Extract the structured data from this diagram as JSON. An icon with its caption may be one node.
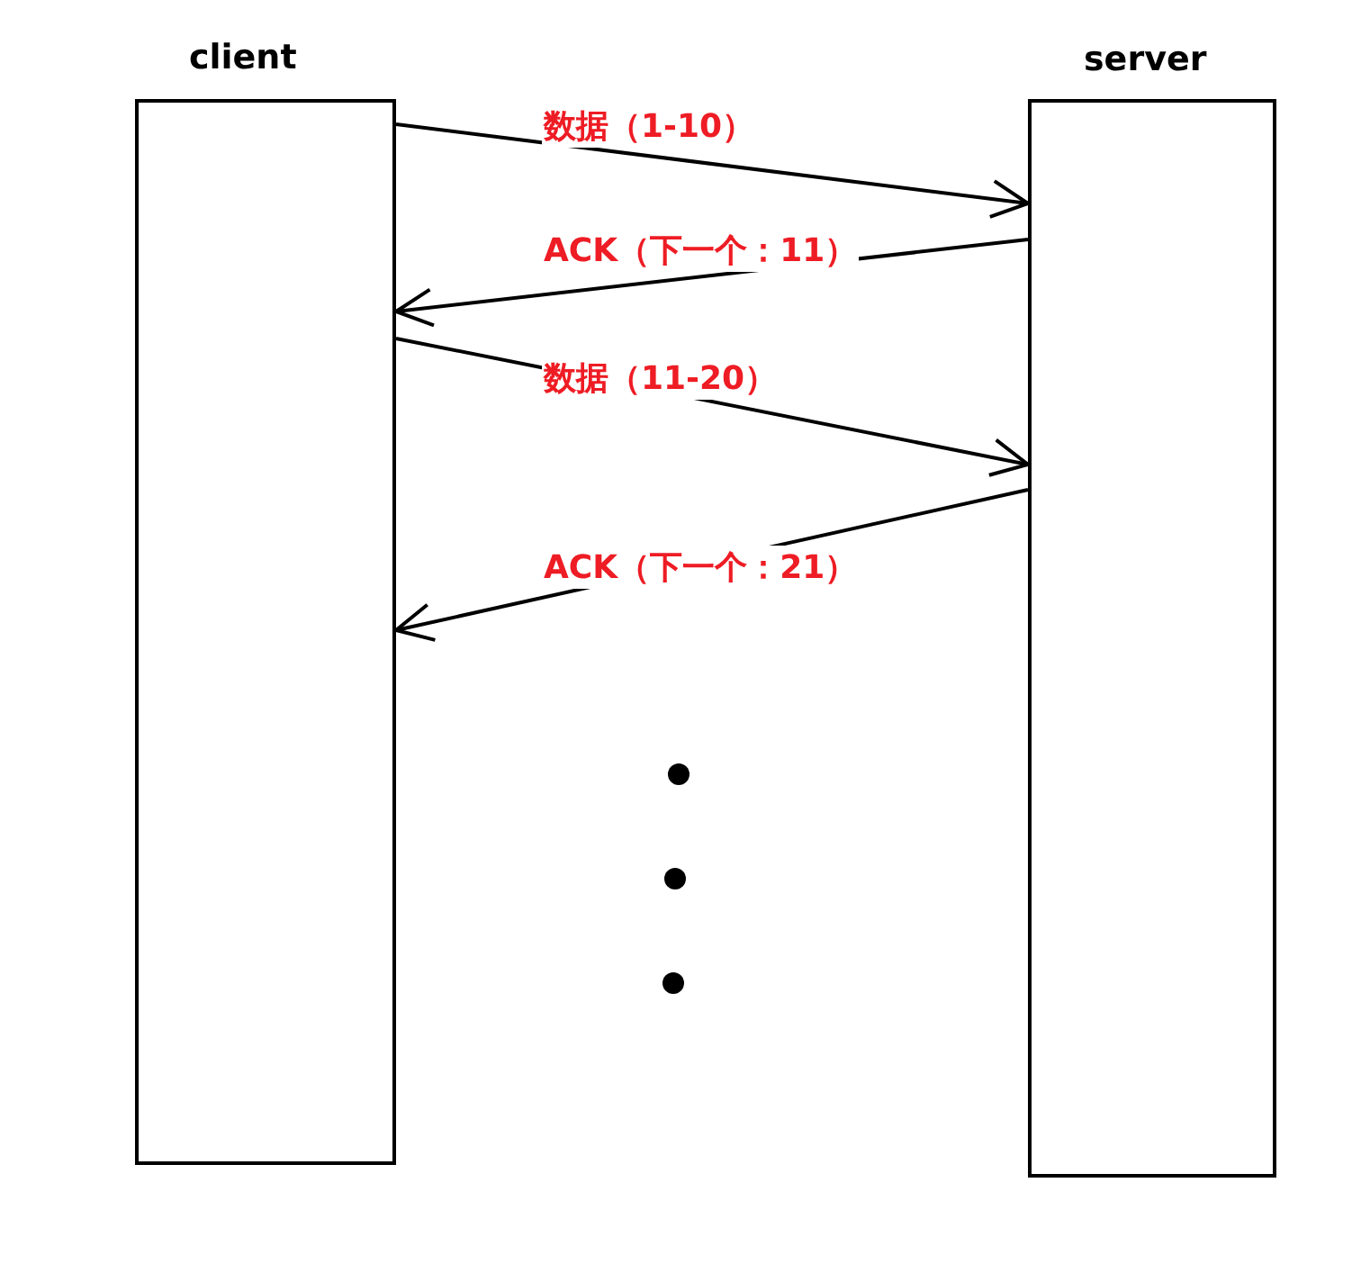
{
  "diagram": {
    "nodes": [
      {
        "text": [
          "client"
        ]
      },
      {
        "text": [
          "server"
        ]
      }
    ],
    "edges": [
      {
        "from": 0,
        "to": 1,
        "arrow": "to",
        "label": "数据（1-10）"
      },
      {
        "from": 1,
        "to": 0,
        "arrow": "to",
        "label": "ACK（下一个：11）"
      },
      {
        "from": 0,
        "to": 1,
        "arrow": "to",
        "label": "数据（11-20）"
      },
      {
        "from": 1,
        "to": 0,
        "arrow": "to",
        "label": "ACK（下一个：21）"
      }
    ]
  }
}
